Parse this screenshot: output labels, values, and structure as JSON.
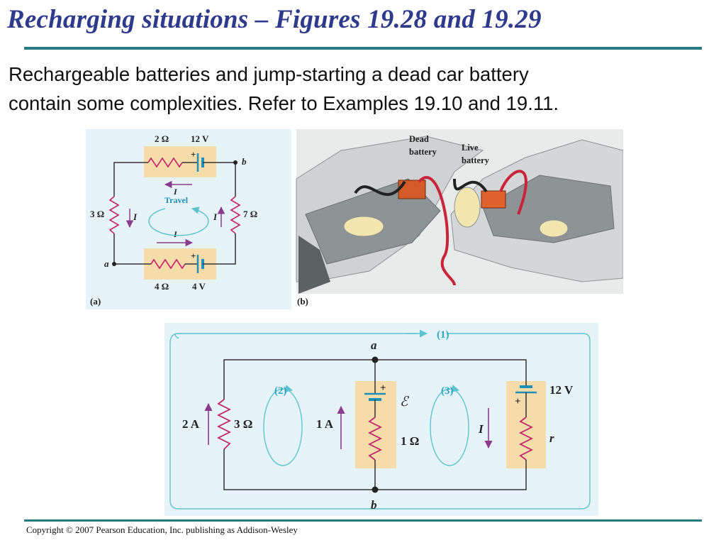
{
  "slide": {
    "title": "Recharging situations – Figures 19.28 and 19.29",
    "body_lines": [
      "Rechargeable batteries and jump-starting a dead car battery",
      "contain some complexities. Refer to Examples 19.10 and 19.11."
    ],
    "footer": "Copyright © 2007  Pearson Education, Inc. publishing as Addison-Wesley"
  },
  "figure_a": {
    "panel_label": "(a)",
    "top_resistor": "2 Ω",
    "top_battery": "12 V",
    "bottom_resistor": "4 Ω",
    "bottom_battery": "4 V",
    "left_resistor": "3 Ω",
    "right_resistor": "7 Ω",
    "node_b": "b",
    "node_a": "a",
    "current_symbol": "I",
    "travel_label": "Travel",
    "plus_sign": "+"
  },
  "figure_b": {
    "panel_label": "(b)",
    "dead_battery_line1": "Dead",
    "dead_battery_line2": "battery",
    "live_battery_line1": "Live",
    "live_battery_line2": "battery"
  },
  "figure_c": {
    "loop1": "(1)",
    "loop2": "(2)",
    "loop3": "(3)",
    "node_a": "a",
    "node_b": "b",
    "left_current": "2 A",
    "left_resistor": "3 Ω",
    "middle_current": "1 A",
    "emf_symbol": "ℰ",
    "middle_resistor": "1 Ω",
    "right_voltage": "12 V",
    "right_current": "I",
    "right_resistor": "r",
    "plus_sign": "+"
  },
  "colors": {
    "title": "#2e3a8c",
    "rule": "#2a7a84",
    "figure_bg": "#e6f4f9",
    "component_box": "#f6dcaa",
    "resistor": "#c2246a",
    "battery_plate": "#1d8fb8",
    "current_arrow": "#8a3c8c",
    "loop": "#5fc3cf",
    "cable_red": "#c8243c",
    "cable_black": "#222222"
  }
}
